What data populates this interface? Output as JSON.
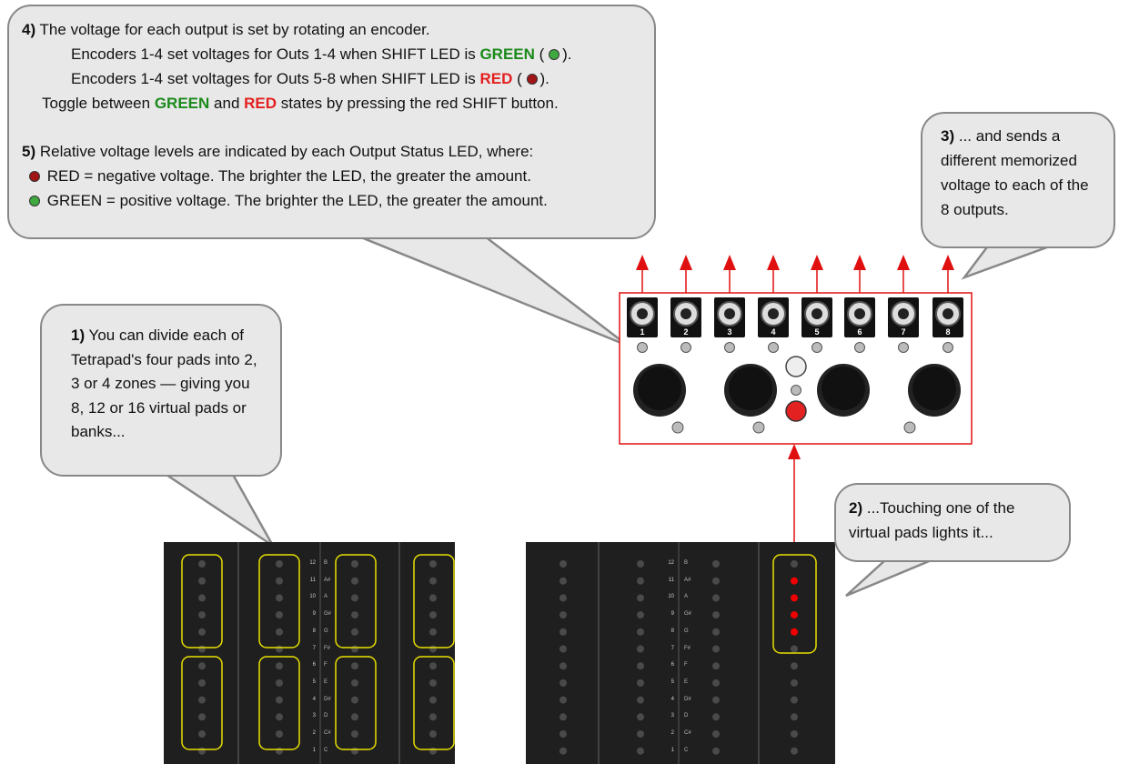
{
  "callout4": {
    "num": "4)",
    "line1": "The voltage for each output is set by rotating an encoder.",
    "line2_a": "Encoders 1-4 set voltages for Outs 1-4 when SHIFT LED is",
    "line2_b": "GREEN",
    "line2_c": "(",
    "line2_d": ").",
    "line3_a": "Encoders 1-4 set voltages for Outs 5-8 when SHIFT LED is",
    "line3_b": "RED",
    "line3_c": "(",
    "line3_d": ").",
    "line4_a": "Toggle between",
    "line4_b": "GREEN",
    "line4_c": "and",
    "line4_d": "RED",
    "line4_e": "states by pressing the red SHIFT button."
  },
  "callout5": {
    "num": "5)",
    "line1": "Relative voltage levels are indicated by each Output Status LED, where:",
    "line2": "RED = negative voltage. The brighter the LED, the greater the amount.",
    "line3": "GREEN = positive voltage. The brighter the LED, the greater the amount."
  },
  "callout3": {
    "num": "3)",
    "text": "... and sends a different memorized voltage to each of the 8 outputs."
  },
  "callout1": {
    "num": "1)",
    "text": "You can divide each of Tetrapad's four pads into 2, 3 or 4 zones — giving you 8, 12 or 16 virtual pads or banks..."
  },
  "callout2": {
    "num": "2)",
    "text": "...Touching one of the virtual pads lights it..."
  },
  "module": {
    "jack_labels": [
      "1",
      "2",
      "3",
      "4",
      "5",
      "6",
      "7",
      "8"
    ]
  },
  "pads": {
    "row_numbers": [
      "12",
      "11",
      "10",
      "9",
      "8",
      "7",
      "6",
      "5",
      "4",
      "3",
      "2",
      "1"
    ],
    "notes": [
      "B",
      "A#",
      "A",
      "G#",
      "G",
      "F#",
      "F",
      "E",
      "D#",
      "D",
      "C#",
      "C"
    ]
  },
  "colors": {
    "bubble_bg": "#e8e8e8",
    "bubble_border": "#888888",
    "arrow": "#e01010",
    "pad_bg": "#1f1f1f",
    "zone": "#e8e000"
  }
}
